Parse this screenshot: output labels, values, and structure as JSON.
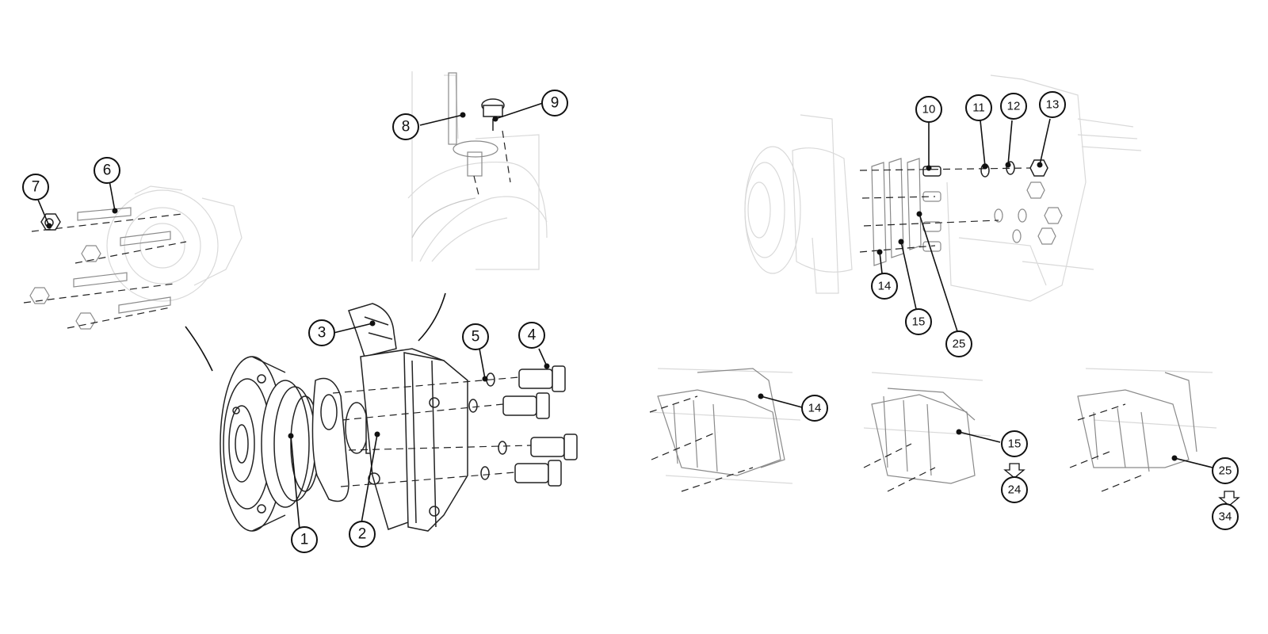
{
  "figure": {
    "callouts": [
      {
        "id": "c1",
        "label": "1"
      },
      {
        "id": "c2",
        "label": "2"
      },
      {
        "id": "c3",
        "label": "3"
      },
      {
        "id": "c4",
        "label": "4"
      },
      {
        "id": "c5",
        "label": "5"
      },
      {
        "id": "c6",
        "label": "6"
      },
      {
        "id": "c7",
        "label": "7"
      },
      {
        "id": "c8",
        "label": "8"
      },
      {
        "id": "c9",
        "label": "9"
      },
      {
        "id": "c10",
        "label": "10"
      },
      {
        "id": "c11",
        "label": "11"
      },
      {
        "id": "c12",
        "label": "12"
      },
      {
        "id": "c13",
        "label": "13"
      },
      {
        "id": "c14a",
        "label": "14"
      },
      {
        "id": "c15a",
        "label": "15"
      },
      {
        "id": "c25a",
        "label": "25"
      },
      {
        "id": "c14b",
        "label": "14"
      },
      {
        "id": "c15b",
        "label": "15"
      },
      {
        "id": "c24",
        "label": "24"
      },
      {
        "id": "c25b",
        "label": "25"
      },
      {
        "id": "c34",
        "label": "34"
      }
    ],
    "colors": {
      "ink": "#222222",
      "ghost": "#d9d9d9",
      "background": "#ffffff"
    }
  }
}
